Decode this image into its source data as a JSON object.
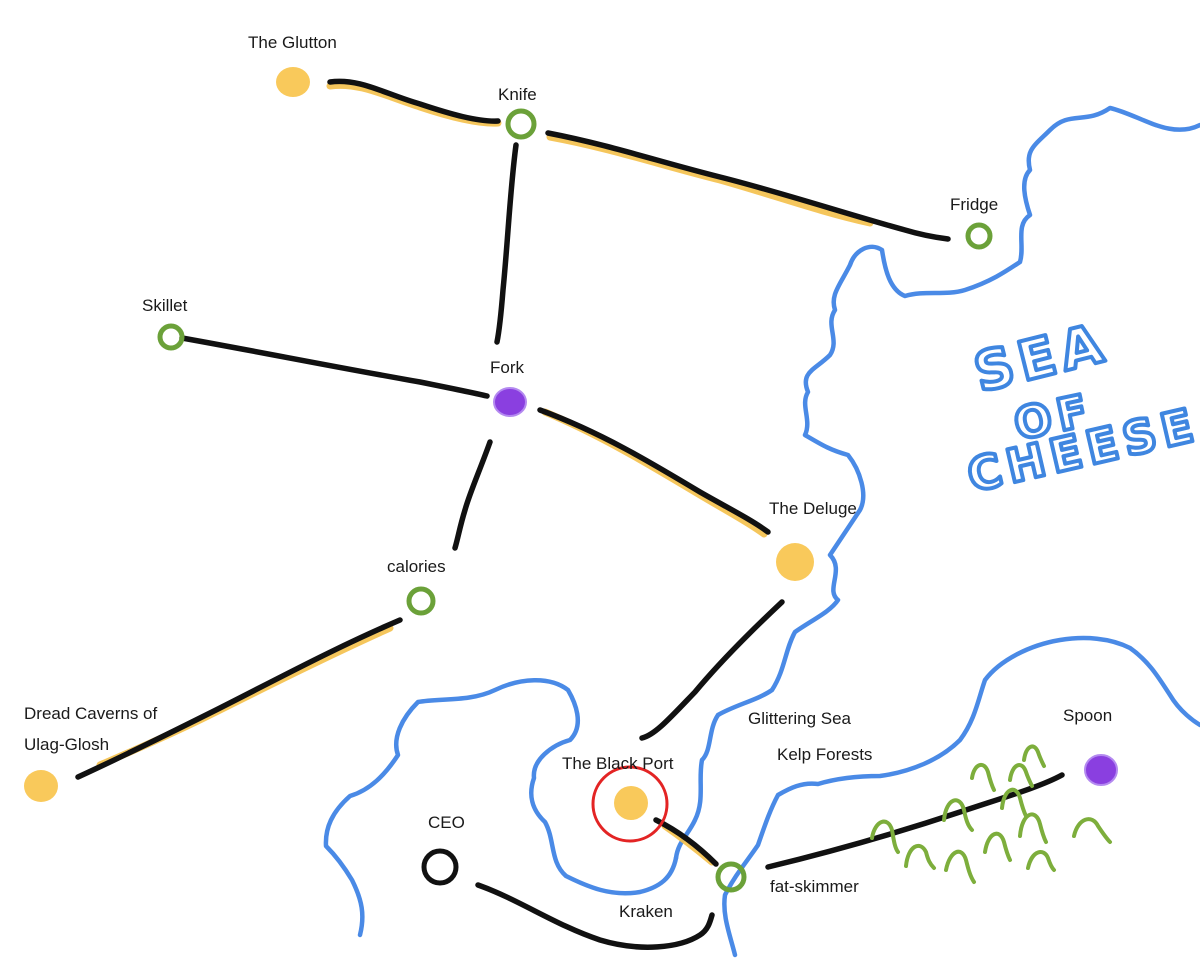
{
  "map": {
    "locations": {
      "glutton": "The Glutton",
      "knife": "Knife",
      "fridge": "Fridge",
      "skillet": "Skillet",
      "fork": "Fork",
      "deluge": "The Deluge",
      "calories": "calories",
      "dread_line1": "Dread Caverns of",
      "dread_line2": "Ulag-Glosh",
      "glittering_sea": "Glittering Sea",
      "kelp_forests": "Kelp Forests",
      "spoon": "Spoon",
      "black_port": "The Black Port",
      "ceo": "CEO",
      "fat_skimmer": "fat-skimmer",
      "kraken": "Kraken"
    },
    "sea_label": {
      "line1": "SEA",
      "line2": "OF",
      "line3": "CHEESE"
    },
    "colors": {
      "coastline": "#4a8ae6",
      "road": "#111111",
      "road_highlight": "#f4c04a",
      "town_node": "#6ba139",
      "city_node": "#f9c95b",
      "special_node": "#8a3fe0",
      "selected_marker": "#e32424",
      "kelp": "#7dae3c"
    }
  }
}
